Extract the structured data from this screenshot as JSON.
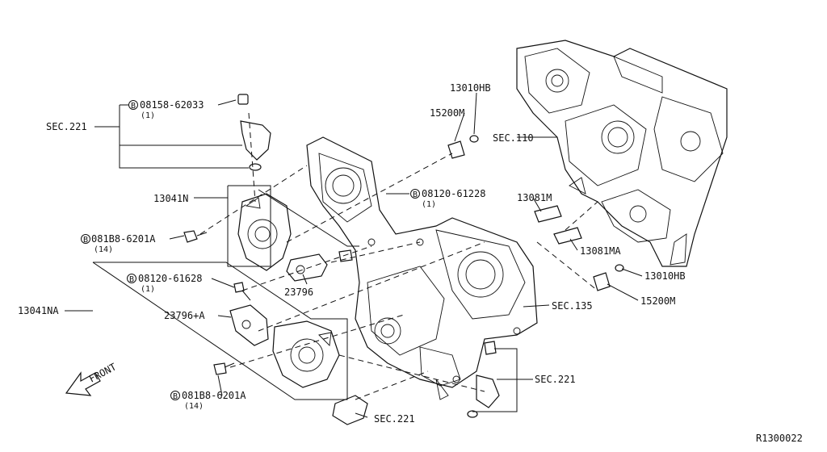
{
  "callouts": {
    "sec221_top": "SEC.221",
    "bolt_08158": "08158-62033",
    "bolt_08158_qty": "(1)",
    "n13041n": "13041N",
    "bolt_081b8_top": "081B8-6201A",
    "bolt_081b8_top_qty": "(14)",
    "bolt_08120_616": "08120-61628",
    "bolt_08120_616_qty": "(1)",
    "n13041na": "13041NA",
    "n23796a": "23796+A",
    "front": "FRONT",
    "bolt_081b8_bot": "081B8-6201A",
    "bolt_081b8_bot_qty": "(14)",
    "sec221_bottom": "SEC.221",
    "n23796": "23796",
    "n13010hb_top": "13010HB",
    "n15200m_top": "15200M",
    "bolt_08120_612": "08120-61228",
    "bolt_08120_612_qty": "(1)",
    "sec110": "SEC.110",
    "n13081m": "13081M",
    "n13081ma": "13081MA",
    "n13010hb_right": "13010HB",
    "sec135": "SEC.135",
    "n15200m_right": "15200M",
    "sec221_right": "SEC.221",
    "bolt_prefix": "B"
  },
  "diagram_id": "R1300022"
}
